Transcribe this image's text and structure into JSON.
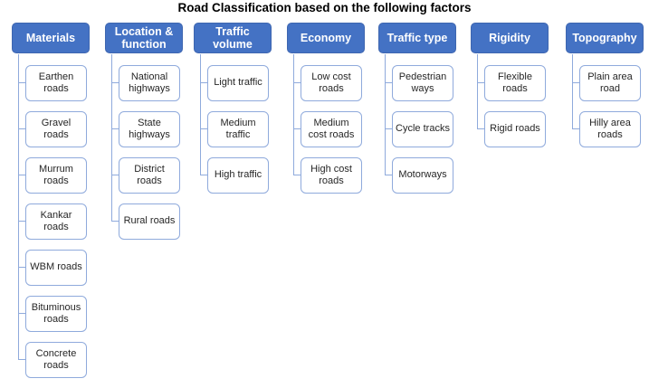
{
  "title": "Road Classification based on the following factors",
  "diagram": {
    "columns": [
      {
        "header": "Materials",
        "items": [
          "Earthen roads",
          "Gravel roads",
          "Murrum roads",
          "Kankar roads",
          "WBM roads",
          "Bituminous roads",
          "Concrete roads"
        ]
      },
      {
        "header": "Location & function",
        "items": [
          "National highways",
          "State highways",
          "District roads",
          "Rural roads"
        ]
      },
      {
        "header": "Traffic volume",
        "items": [
          "Light traffic",
          "Medium traffic",
          "High traffic"
        ]
      },
      {
        "header": "Economy",
        "items": [
          "Low cost roads",
          "Medium cost roads",
          "High cost roads"
        ]
      },
      {
        "header": "Traffic type",
        "items": [
          "Pedestrian ways",
          "Cycle tracks",
          "Motorways"
        ]
      },
      {
        "header": "Rigidity",
        "items": [
          "Flexible roads",
          "Rigid roads"
        ]
      },
      {
        "header": "Topography",
        "items": [
          "Plain area road",
          "Hilly area roads"
        ]
      }
    ]
  },
  "colors": {
    "header_fill": "#4472C4",
    "header_text": "#FFFFFF",
    "box_border": "#8FAADC",
    "connector_line": "#8FAADC",
    "body_text": "#262626",
    "title_text": "#000000"
  }
}
